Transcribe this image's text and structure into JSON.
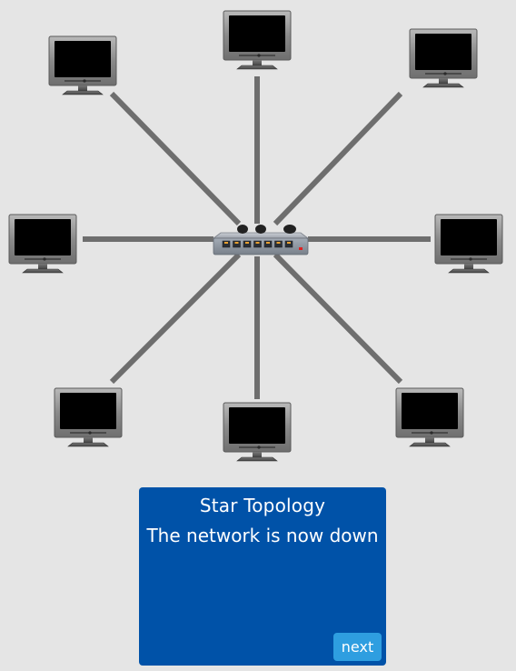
{
  "diagram": {
    "type": "star-topology",
    "hub": {
      "icon": "network-switch-icon",
      "ports": 7
    },
    "nodes": [
      {
        "id": "computer-top-left",
        "icon": "monitor-icon"
      },
      {
        "id": "computer-top",
        "icon": "monitor-icon"
      },
      {
        "id": "computer-top-right",
        "icon": "monitor-icon"
      },
      {
        "id": "computer-left",
        "icon": "monitor-icon"
      },
      {
        "id": "computer-right",
        "icon": "monitor-icon"
      },
      {
        "id": "computer-bottom-left",
        "icon": "monitor-icon"
      },
      {
        "id": "computer-bottom",
        "icon": "monitor-icon"
      },
      {
        "id": "computer-bottom-right",
        "icon": "monitor-icon"
      }
    ],
    "link_color": "#6e6e6e"
  },
  "panel": {
    "title": "Star Topology",
    "message": "The network is now down",
    "next_label": "next",
    "background": "#0052a8",
    "button_color": "#2e9ee0"
  }
}
